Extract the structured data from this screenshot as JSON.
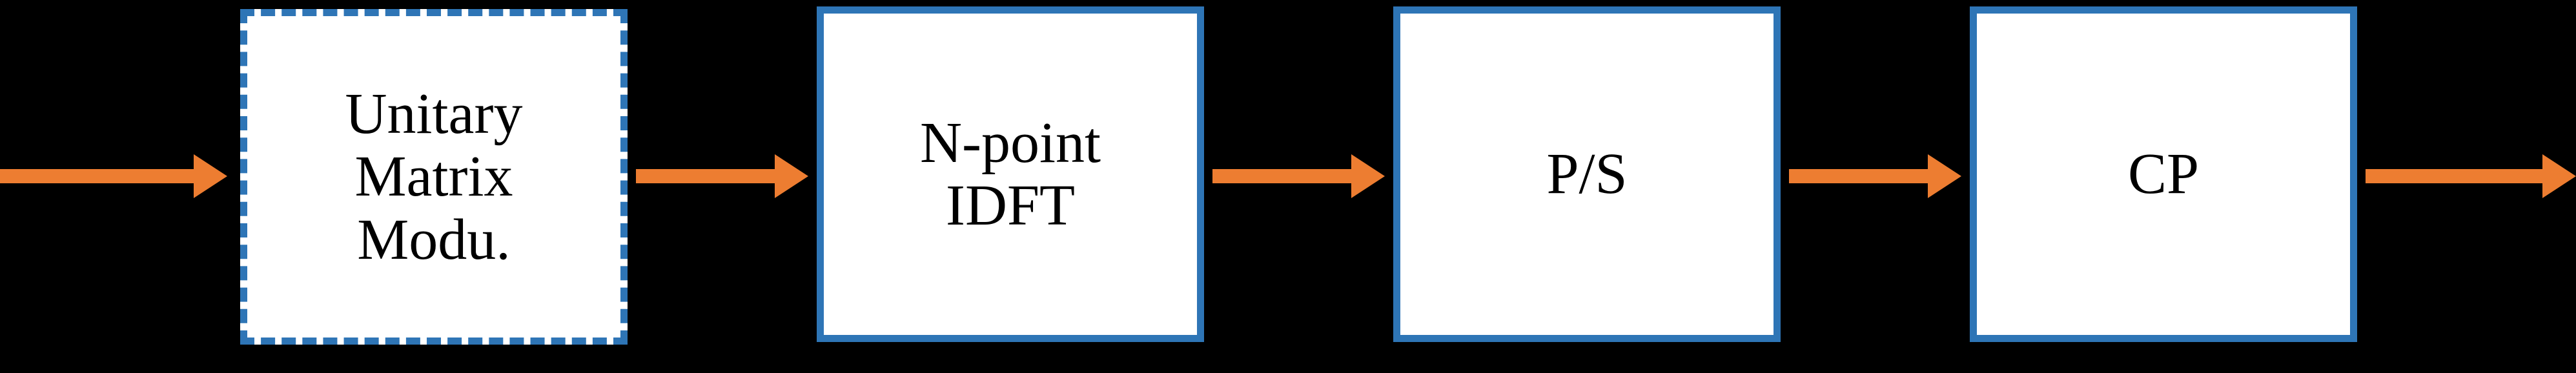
{
  "diagram": {
    "title": "OFDM transmitter block chain",
    "background_color": "#000000",
    "block_fill_color": "#ffffff",
    "block_border_color": "#2e75b6",
    "arrow_color": "#ed7d31",
    "text_color": "#000000",
    "blocks": [
      {
        "id": "unitary-matrix-modu",
        "border_style": "dashed",
        "lines": [
          "Unitary",
          "Matrix",
          "Modu."
        ]
      },
      {
        "id": "n-point-idft",
        "border_style": "solid",
        "lines": [
          "N-point",
          "IDFT"
        ]
      },
      {
        "id": "p-s",
        "border_style": "solid",
        "lines": [
          "P/S"
        ]
      },
      {
        "id": "cp",
        "border_style": "solid",
        "lines": [
          "CP"
        ]
      }
    ],
    "arrows": [
      {
        "id": "arrow-in-to-unitary"
      },
      {
        "id": "arrow-unitary-to-idft"
      },
      {
        "id": "arrow-idft-to-ps"
      },
      {
        "id": "arrow-ps-to-cp"
      },
      {
        "id": "arrow-cp-out"
      }
    ]
  }
}
